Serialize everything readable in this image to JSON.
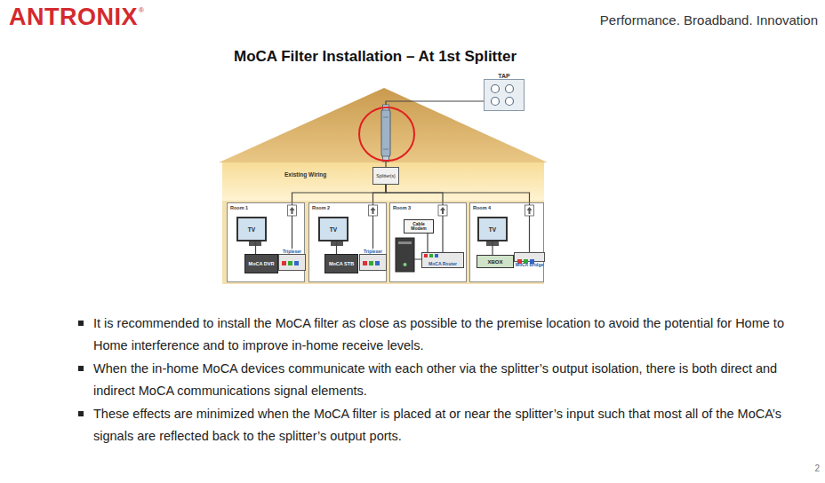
{
  "diagram": {
    "title": "MoCA Filter Installation – At 1st Splitter",
    "nodes": [
      {
        "text": [
          "TAP"
        ]
      },
      {
        "text": [
          "Splitter(s)"
        ]
      },
      {
        "text": [
          "Room 1"
        ]
      },
      {
        "text": [
          "TV"
        ],
        "in": 2
      },
      {
        "text": [
          "MoCA DVR"
        ],
        "in": 2
      },
      {
        "text": [
          "Triplexer"
        ],
        "in": 2
      },
      {
        "text": [
          "Room 2"
        ]
      },
      {
        "text": [
          "TV"
        ],
        "in": 6
      },
      {
        "text": [
          "MoCA STB"
        ],
        "in": 6
      },
      {
        "text": [
          "Triplexer"
        ],
        "in": 6
      },
      {
        "text": [
          "Room 3"
        ]
      },
      {
        "text": [
          "Cable Modem"
        ],
        "in": 10
      },
      {
        "text": [
          "MoCA Router"
        ],
        "in": 10
      },
      {
        "text": [
          "Room 4"
        ]
      },
      {
        "text": [
          "TV"
        ],
        "in": 13
      },
      {
        "text": [
          "XBOX"
        ],
        "in": 13
      },
      {
        "text": [
          "MoCA Bridge"
        ],
        "in": 13
      }
    ],
    "edges": [
      {
        "from": 0,
        "to": 1,
        "arrow": "none"
      },
      {
        "from": 1,
        "to": 5,
        "arrow": "none"
      },
      {
        "from": 1,
        "to": 9,
        "arrow": "none"
      },
      {
        "from": 1,
        "to": 12,
        "arrow": "none"
      },
      {
        "from": 1,
        "to": 16,
        "arrow": "none"
      },
      {
        "from": 3,
        "to": 4,
        "arrow": "none"
      },
      {
        "from": 7,
        "to": 8,
        "arrow": "none"
      },
      {
        "from": 11,
        "to": 12,
        "arrow": "none"
      },
      {
        "from": 14,
        "to": 15,
        "arrow": "none"
      }
    ],
    "labels": [
      "ANTRONIX",
      "®",
      "Performance. Broadband. Innovation",
      "Existing Wiring",
      "It is recommended to install the MoCA filter as close as possible to the premise location to avoid the potential for Home to Home interference and to improve in-home receive levels.",
      "When the in-home MoCA devices communicate with each other via the splitter’s output isolation, there is both direct and indirect MoCA communications signal elements.",
      "These effects are minimized when the MoCA filter is placed at or near the splitter’s input such that most all of the MoCA’s signals are reflected back to the splitter’s output ports.",
      "2"
    ]
  }
}
